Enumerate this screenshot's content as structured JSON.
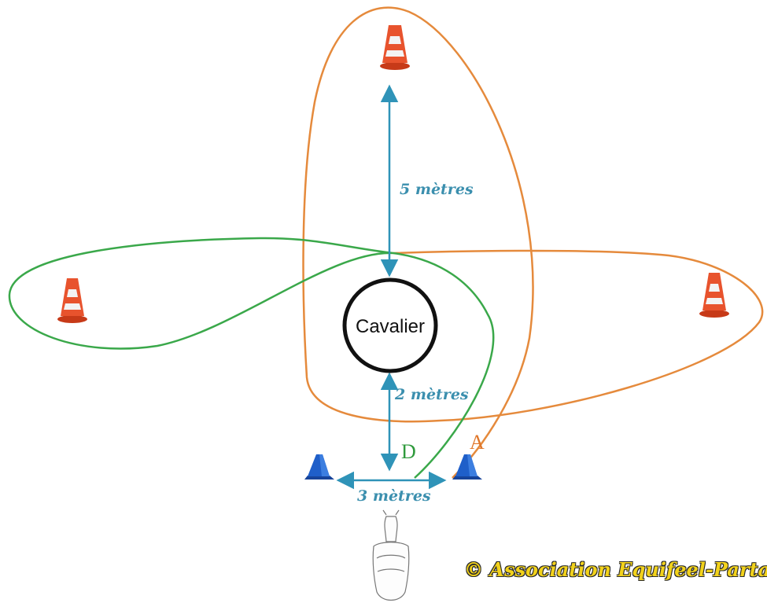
{
  "diagram": {
    "center_label": "Cavalier",
    "distance_top": "5 mètres",
    "distance_bottom": "2 mètres",
    "distance_width": "3 mètres",
    "path_labels": {
      "start": "D",
      "alt": "A"
    },
    "copyright": "© Association Equifeel-Partage"
  },
  "colors": {
    "green_path": "#3aa84a",
    "orange_path": "#e58a3c",
    "arrow": "#2f93b8",
    "orange_cone": "#e8532d",
    "blue_cone": "#1f5fc9"
  },
  "icons": [
    "traffic-cone-icon",
    "horse-icon"
  ]
}
